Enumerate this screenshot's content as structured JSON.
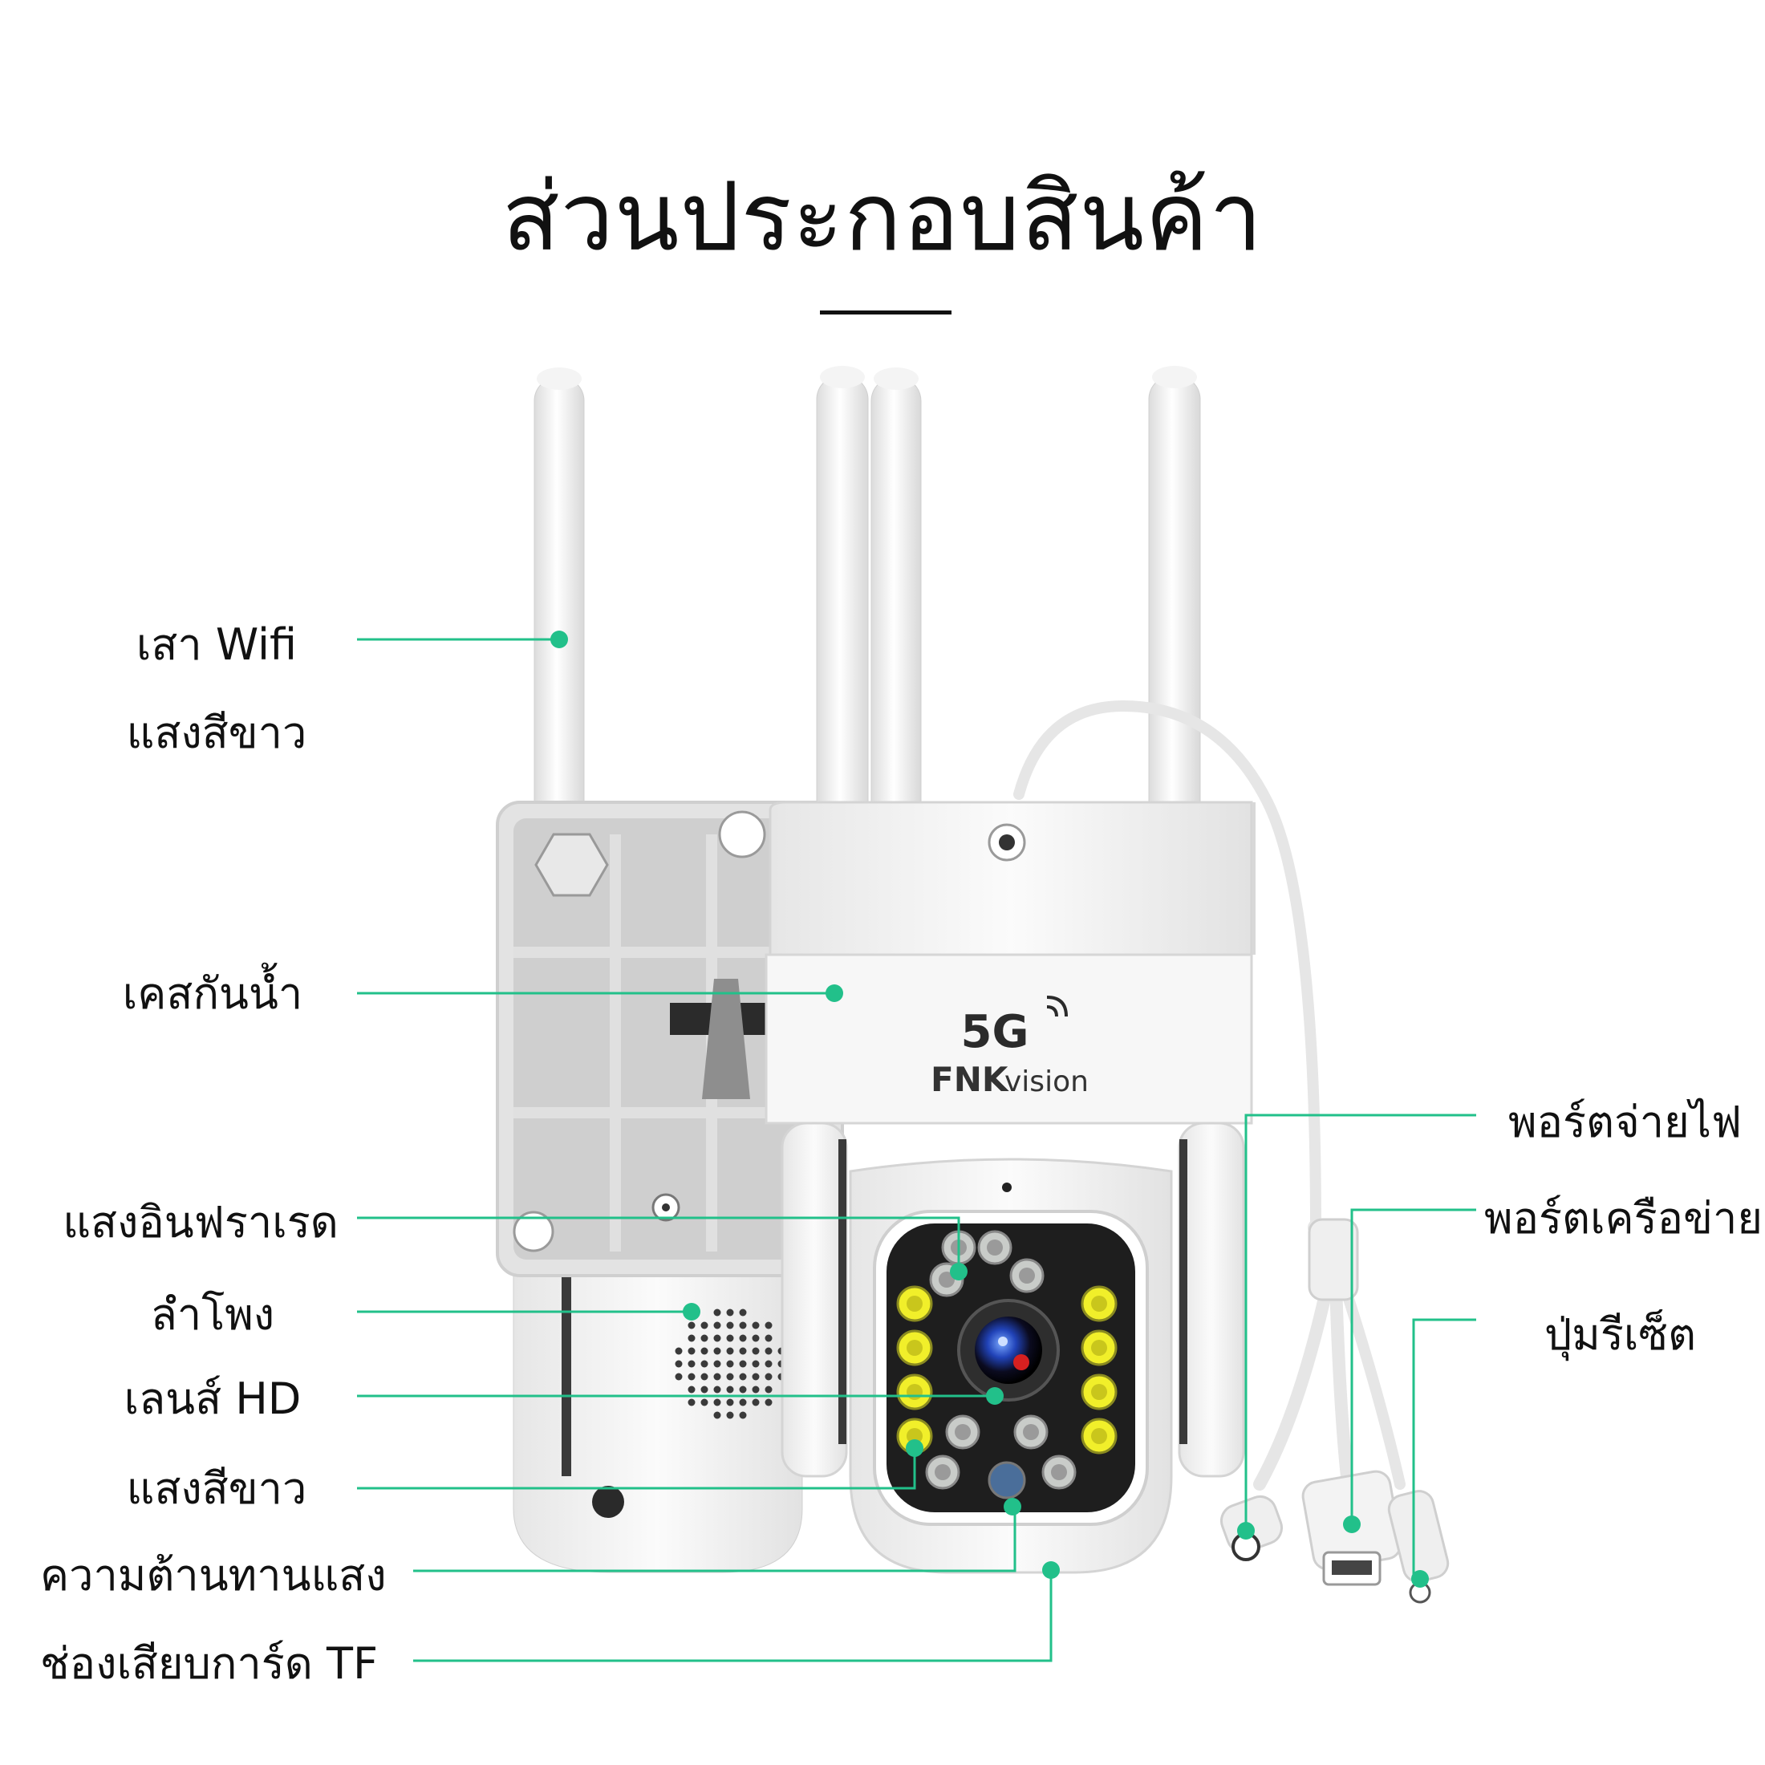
{
  "title": "ส่วนประกอบสินค้า",
  "product": {
    "badge": "5G",
    "brand": "FNK",
    "brand_suffix": "vision"
  },
  "labels_left": [
    {
      "id": "wifi-antenna",
      "text": "เสา Wifi"
    },
    {
      "id": "white-light-top",
      "text": "แสงสีขาว"
    },
    {
      "id": "waterproof-case",
      "text": "เคสกันน้ำ"
    },
    {
      "id": "infrared-light",
      "text": "แสงอินฟราเรด"
    },
    {
      "id": "speaker",
      "text": "ลำโพง"
    },
    {
      "id": "hd-lens",
      "text": "เลนส์ HD"
    },
    {
      "id": "white-light",
      "text": "แสงสีขาว"
    },
    {
      "id": "photoresistor",
      "text": "ความต้านทานแสง"
    },
    {
      "id": "tf-slot",
      "text": "ช่องเสียบการ์ด TF"
    }
  ],
  "labels_right": [
    {
      "id": "power-port",
      "text": "พอร์ตจ่ายไฟ"
    },
    {
      "id": "network-port",
      "text": "พอร์ตเครือข่าย"
    },
    {
      "id": "reset-button",
      "text": "ปุ่มรีเซ็ต"
    }
  ],
  "colors": {
    "accent": "#22c08a",
    "text": "#111111",
    "body": "#f4f4f4",
    "ir_led": "#c9ccc9",
    "white_led": "#f1ef2a",
    "lens_panel": "#1e1e1e"
  }
}
